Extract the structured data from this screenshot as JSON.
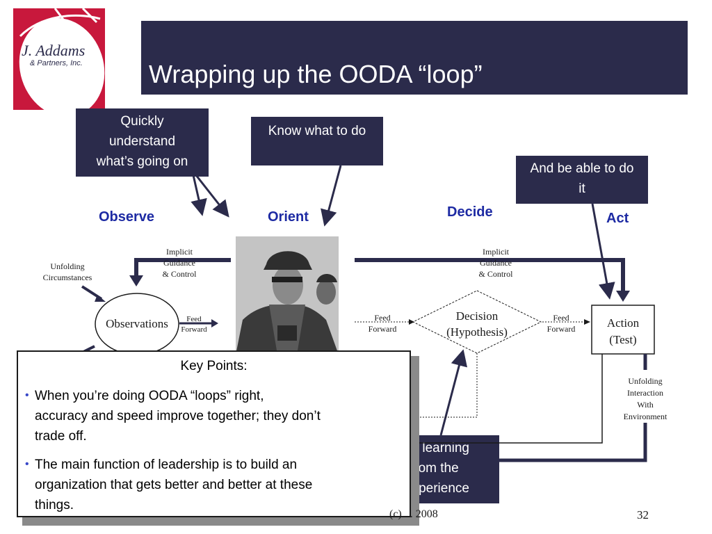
{
  "title": "Wrapping up the OODA “loop”",
  "logo": {
    "line1": "J. Addams",
    "line2": "& Partners, Inc."
  },
  "callouts": {
    "observe": "Quickly understand what’s going on",
    "orient": "Know what to do",
    "act": "And be able to do it",
    "learning": [
      "ve learning",
      "from the",
      "experience"
    ]
  },
  "phases": {
    "observe": "Observe",
    "orient": "Orient",
    "decide": "Decide",
    "act": "Act"
  },
  "diagram": {
    "implicit_left": [
      "Implicit",
      "Guidance",
      "& Control"
    ],
    "implicit_right": [
      "Implicit",
      "Guidance",
      "& Control"
    ],
    "unfolding_circumstances": [
      "Unfolding",
      "Circumstances"
    ],
    "observations": "Observations",
    "feed_forward_1": [
      "Feed",
      "Forward"
    ],
    "feed_forward_2": [
      "Feed",
      "Forward"
    ],
    "feed_forward_3": [
      "Feed",
      "Forward"
    ],
    "decision": [
      "Decision",
      "(Hypothesis)"
    ],
    "action": [
      "Action",
      "(Test)"
    ],
    "unfolding_interaction": [
      "Unfolding",
      "Interaction",
      "With",
      "Environment"
    ]
  },
  "key_points": {
    "title": "Key Points:",
    "items": [
      [
        "When you’re doing OODA “loops” right,",
        "accuracy and speed improve together; they don’t",
        "trade off."
      ],
      [
        "The main function of leadership is to build an",
        "organization that gets better and better at these",
        "things."
      ]
    ]
  },
  "footer": {
    "copyright_fragment": "(c) ... 2008",
    "page_number": "32"
  },
  "colors": {
    "navy": "#2b2b4b",
    "phase_blue": "#1d2aa3",
    "logo_red": "#c8183c"
  }
}
